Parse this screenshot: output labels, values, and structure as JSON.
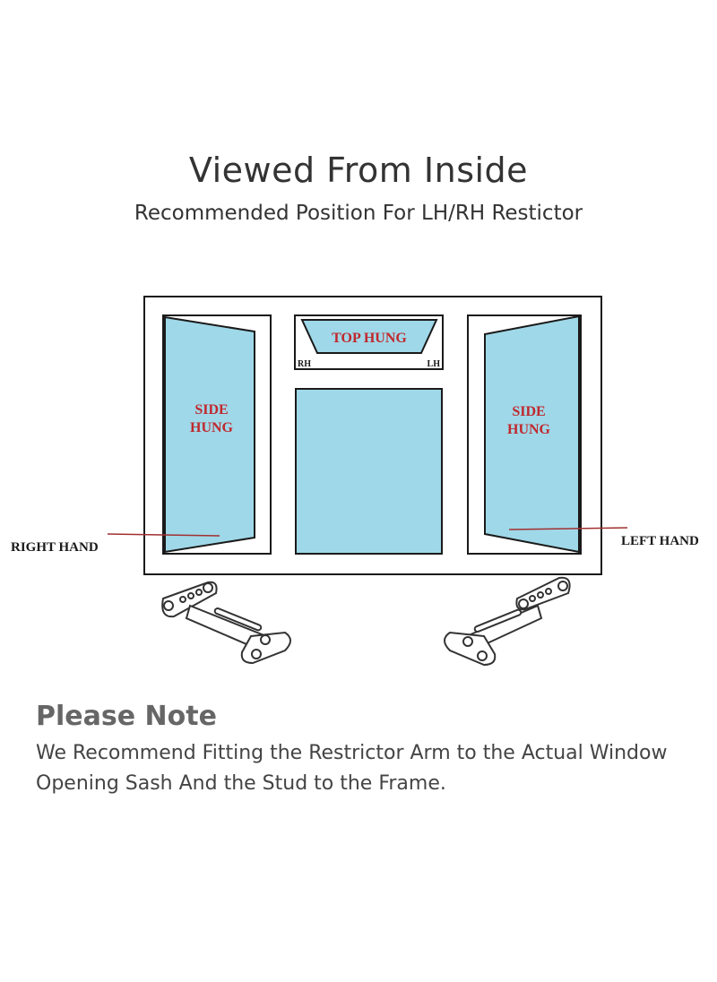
{
  "header": {
    "title": "Viewed From Inside",
    "subtitle": "Recommended Position For LH/RH Restictor"
  },
  "window": {
    "top_label": "TOP HUNG",
    "top_left_mark": "RH",
    "top_right_mark": "LH",
    "left_sash_label_line1": "SIDE",
    "left_sash_label_line2": "HUNG",
    "right_sash_label_line1": "SIDE",
    "right_sash_label_line2": "HUNG",
    "left_callout": "RIGHT HAND",
    "right_callout": "LEFT HAND"
  },
  "colors": {
    "glass": "#9fd8e8",
    "label_red": "#c0282d",
    "frame_stroke": "#1a1a1a",
    "callout_line": "#a03030"
  },
  "note": {
    "heading": "Please Note",
    "body": "We Recommend Fitting the Restrictor Arm to the Actual Window Opening Sash And the Stud to the Frame."
  }
}
